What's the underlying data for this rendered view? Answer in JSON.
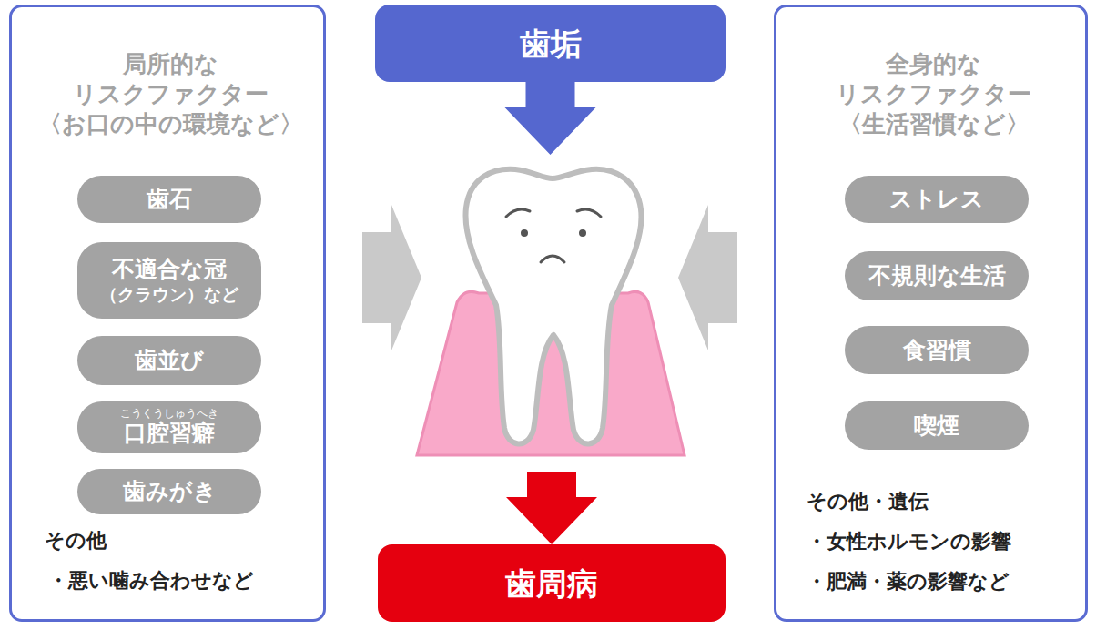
{
  "diagram": {
    "nodes": [
      {
        "text": [
          "局所的な リスクファクター 〈お口の中の環境など〉",
          "その他",
          "・悪い噛み合わせなど"
        ]
      },
      {
        "text": [
          "歯石"
        ],
        "in": 0
      },
      {
        "text": [
          "不適合な冠",
          "（クラウン）など"
        ],
        "in": 0
      },
      {
        "text": [
          "歯並び"
        ],
        "in": 0
      },
      {
        "text": [
          "こうくうしゅうへき",
          "口腔習癖"
        ],
        "in": 0
      },
      {
        "text": [
          "歯みがき"
        ],
        "in": 0
      },
      {
        "text": [
          "歯垢"
        ]
      },
      {
        "text": [
          "歯周病"
        ]
      },
      {
        "text": [
          "全身的な リスクファクター 〈生活習慣など〉",
          "その他・遺伝",
          "・女性ホルモンの影響",
          "・肥満・薬の影響など"
        ]
      },
      {
        "text": [
          "ストレス"
        ],
        "in": 8
      },
      {
        "text": [
          "不規則な生活"
        ],
        "in": 8
      },
      {
        "text": [
          "食習慣"
        ],
        "in": 8
      },
      {
        "text": [
          "喫煙"
        ],
        "in": 8
      }
    ],
    "edges": [
      {
        "from": 6,
        "to": 7,
        "arrow": "to"
      }
    ]
  }
}
